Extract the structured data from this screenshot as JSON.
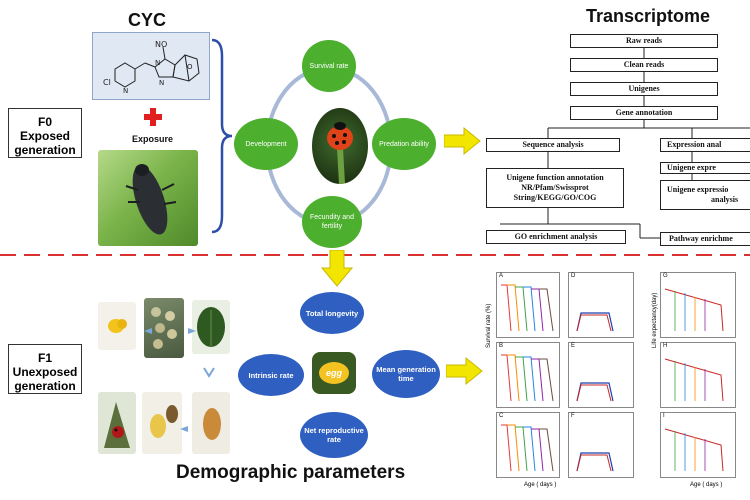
{
  "f0": {
    "label_line1": "F0",
    "label_line2": "Exposed",
    "label_line3": "generation"
  },
  "f1": {
    "label_line1": "F1",
    "label_line2": "Unexposed",
    "label_line3": "generation"
  },
  "cyc": {
    "title": "CYC",
    "exposure_label": "Exposure"
  },
  "cycle_nodes": {
    "survival": "Survival rate",
    "development": "Development",
    "predation": "Predation ability",
    "fecundity": "Fecundity and fertility"
  },
  "transcriptome": {
    "title": "Transcriptome",
    "raw_reads": "Raw reads",
    "clean_reads": "Clean reads",
    "unigenes": "Unigenes",
    "gene_annotation": "Gene annotation",
    "sequence_analysis": "Sequence analysis",
    "expression_analysis": "Expression anal",
    "unigene_function_1": "Unigene function annotation",
    "unigene_function_2": "NR/Pfam/Swissprot",
    "unigene_function_3": "String/KEGG/GO/COG",
    "unigene_expr": "Unigene expre",
    "unigene_expression_1": "Unigene expressio",
    "unigene_expression_2": "analysis",
    "go_enrichment": "GO enrichment analysis",
    "pathway_enrichment": "Pathway enrichme"
  },
  "demographic": {
    "title": "Demographic parameters",
    "total_longevity": "Total longevity",
    "intrinsic_rate": "Intrinsic rate",
    "egg": "egg",
    "mean_generation_time": "Mean generation time",
    "net_reproductive_rate": "Net reproductive rate"
  },
  "charts": {
    "panel_letters": [
      "A",
      "B",
      "C",
      "D",
      "E",
      "F",
      "G",
      "H",
      "I"
    ],
    "survival_axis": "Survival rate (%)",
    "life_expectancy_axis": "Life expectancy(day)",
    "age_axis": "Age ( days )"
  },
  "colors": {
    "green_node": "#4caf2e",
    "blue_node": "#2f5fc0",
    "dashed_divider": "#d93030",
    "arrow_yellow": "#f2e600",
    "bracket_blue": "#2f4ea8",
    "red_cross": "#e02020",
    "cycle_ring": "#a8b9d8"
  }
}
